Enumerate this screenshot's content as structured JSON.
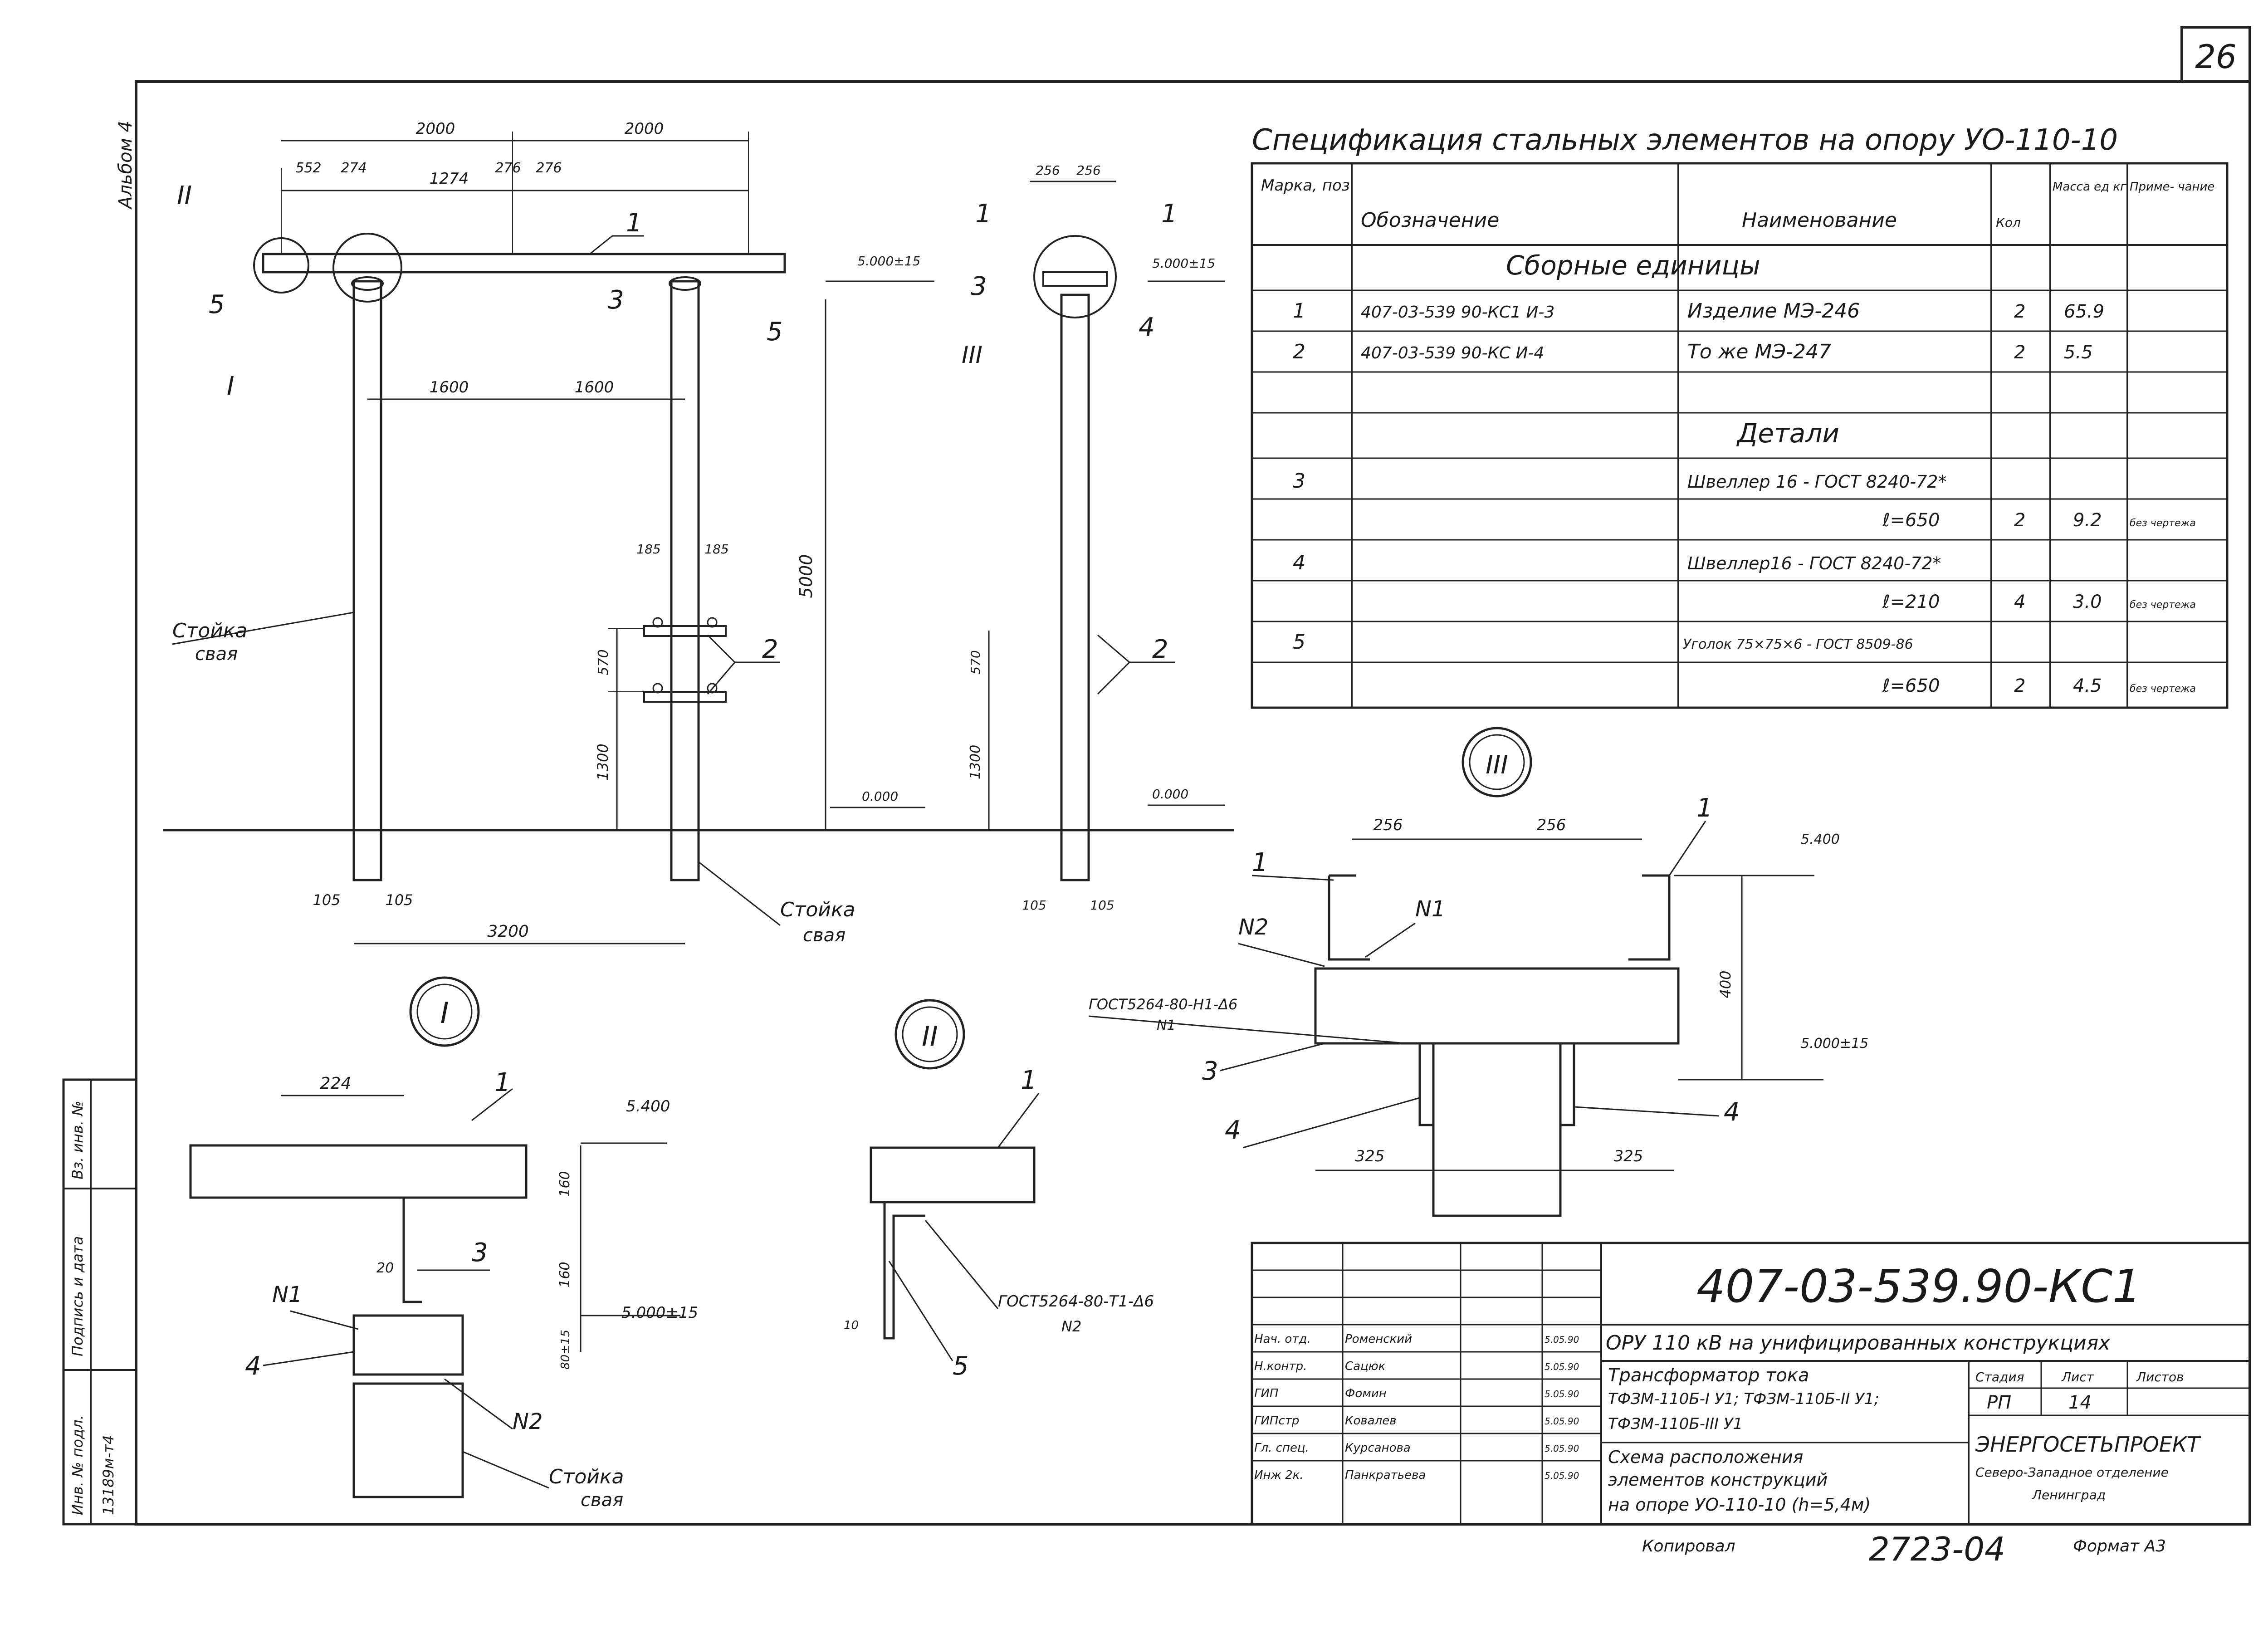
{
  "sheet_number": "26",
  "album_label": "Альбом 4",
  "spec": {
    "title": "Спецификация стальных элементов на опору УО-110-10",
    "headers": {
      "mark": "Марка, поз",
      "designation": "Обозначение",
      "name": "Наименование",
      "qty": "Кол",
      "mass": "Масса ед кг",
      "note": "Приме- чание"
    },
    "section_assembly": "Сборные единицы",
    "section_details": "Детали",
    "rows": [
      {
        "mark": "1",
        "designation": "407-03-539 90-КС1 И-3",
        "name": "Изделие МЭ-246",
        "qty": "2",
        "mass": "65.9",
        "note": ""
      },
      {
        "mark": "2",
        "designation": "407-03-539 90-КС И-4",
        "name": "То же МЭ-247",
        "qty": "2",
        "mass": "5.5",
        "note": ""
      },
      {
        "mark": "3",
        "designation": "",
        "name": "Швеллер 16 - ГОСТ 8240-72*",
        "qty": "",
        "mass": "",
        "note": ""
      },
      {
        "mark": "",
        "designation": "",
        "name": "ℓ=650",
        "qty": "2",
        "mass": "9.2",
        "note": "без чертежа"
      },
      {
        "mark": "4",
        "designation": "",
        "name": "Швеллер16 - ГОСТ 8240-72*",
        "qty": "",
        "mass": "",
        "note": ""
      },
      {
        "mark": "",
        "designation": "",
        "name": "ℓ=210",
        "qty": "4",
        "mass": "3.0",
        "note": "без чертежа"
      },
      {
        "mark": "5",
        "designation": "",
        "name": "Уголок 75×75×6 - ГОСТ 8509-86",
        "qty": "",
        "mass": "",
        "note": ""
      },
      {
        "mark": "",
        "designation": "",
        "name": "ℓ=650",
        "qty": "2",
        "mass": "4.5",
        "note": "без чертежа"
      }
    ]
  },
  "main_view": {
    "dims_top": [
      "2000",
      "2000",
      "552",
      "274",
      "1274",
      "276",
      "276"
    ],
    "dims_mid": [
      "1600",
      "1600"
    ],
    "dim_height": "5000",
    "dim_570": "570",
    "dim_1300": "1300",
    "dim_185a": "185",
    "dim_185b": "185",
    "dim_105a": "105",
    "dim_105b": "105",
    "dim_3200": "3200",
    "level_top": "5.000±15",
    "level_zero": "0.000",
    "pile_label_1": "Стойка",
    "pile_label_2": "свая",
    "marks": {
      "m1": "1",
      "m2": "2",
      "m3": "3",
      "m5a": "5",
      "m5b": "5"
    },
    "callout_I": "I",
    "callout_II": "II"
  },
  "side_view": {
    "dims": [
      "256",
      "256"
    ],
    "level_top": "5.000±15",
    "level_zero": "0.000",
    "dim_570": "570",
    "dim_1300": "1300",
    "dim_105a": "105",
    "dim_105b": "105",
    "marks": {
      "m1a": "1",
      "m1b": "1",
      "m2": "2",
      "m3": "3",
      "m4": "4"
    },
    "callout_III": "III"
  },
  "detail_I": {
    "title": "I",
    "dim_224": "224",
    "dim_160a": "160",
    "dim_160b": "160",
    "dim_20": "20",
    "dim_80": "80±15",
    "level_5400": "5.400",
    "level_5000": "5.000±15",
    "n1": "N1",
    "n2": "N2",
    "mark1": "1",
    "mark3": "3",
    "mark4": "4",
    "pile_1": "Стойка",
    "pile_2": "свая"
  },
  "detail_II": {
    "title": "II",
    "mark1": "1",
    "mark5": "5",
    "weld": "ГОСТ5264-80-Т1-Δ6",
    "weld_n": "N2",
    "dim_10": "10"
  },
  "detail_III": {
    "title": "III",
    "dims_top": [
      "256",
      "256"
    ],
    "dims_bottom": [
      "325",
      "325"
    ],
    "dim_400": "400",
    "level_5400": "5.400",
    "level_5000": "5.000±15",
    "weld": "ГОСТ5264-80-Н1-Δ6",
    "weld_n": "N1",
    "n1": "N1",
    "n2": "N2",
    "mark1a": "1",
    "mark1b": "1",
    "mark3": "3",
    "mark4a": "4",
    "mark4b": "4"
  },
  "stamp": {
    "doc_code": "407-03-539.90-КС1",
    "project": "ОРУ 110 кВ на унифицированных конструкциях",
    "desc_1": "Трансформатор тока",
    "desc_2": "ТФЗМ-110Б-I У1; ТФЗМ-110Б-II У1;",
    "desc_3": "ТФЗМ-110Б-III У1",
    "sheet_title_1": "Схема расположения",
    "sheet_title_2": "элементов конструкций",
    "sheet_title_3": "на опоре УО-110-10 (h=5,4м)",
    "stage_label": "Стадия",
    "sheet_label": "Лист",
    "sheets_label": "Листов",
    "stage": "РП",
    "sheet": "14",
    "org_1": "ЭНЕРГОСЕТЬПРОЕКТ",
    "org_2": "Северо-Западное отделение",
    "org_3": "Ленинград",
    "people": [
      {
        "role": "Нач. отд.",
        "name": "Роменский",
        "date": "5.05.90"
      },
      {
        "role": "Н.контр.",
        "name": "Сацюк",
        "date": "5.05.90"
      },
      {
        "role": "ГИП",
        "name": "Фомин",
        "date": "5.05.90"
      },
      {
        "role": "ГИПстр",
        "name": "Ковалев",
        "date": "5.05.90"
      },
      {
        "role": "Гл. спец.",
        "name": "Курсанова",
        "date": "5.05.90"
      },
      {
        "role": "Инж 2к.",
        "name": "Панкратьева",
        "date": "5.05.90"
      }
    ],
    "copied": "Копировал",
    "order_no": "2723-04",
    "format": "Формат А3"
  },
  "side_stamp": {
    "inv_label": "Инв. № подл.",
    "sign_label": "Подпись и дата",
    "vz_label": "Вз. инв. №",
    "inv_value": "13189м-т4"
  }
}
